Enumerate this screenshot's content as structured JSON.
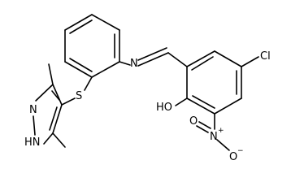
{
  "molecule": {
    "atoms": {
      "chlorine": "Cl",
      "hydroxyl": "HO",
      "nitrogen_imine": "N",
      "nitro_nitrogen": "N",
      "nitro_plus": "+",
      "nitro_oxygen_top": "O",
      "nitro_oxygen_right": "O",
      "nitro_minus": "−",
      "sulfur": "S",
      "pyrazole_n": "N",
      "pyrazole_nh": "HN"
    }
  },
  "colors": {
    "bond": "#000000",
    "background": "#ffffff"
  }
}
